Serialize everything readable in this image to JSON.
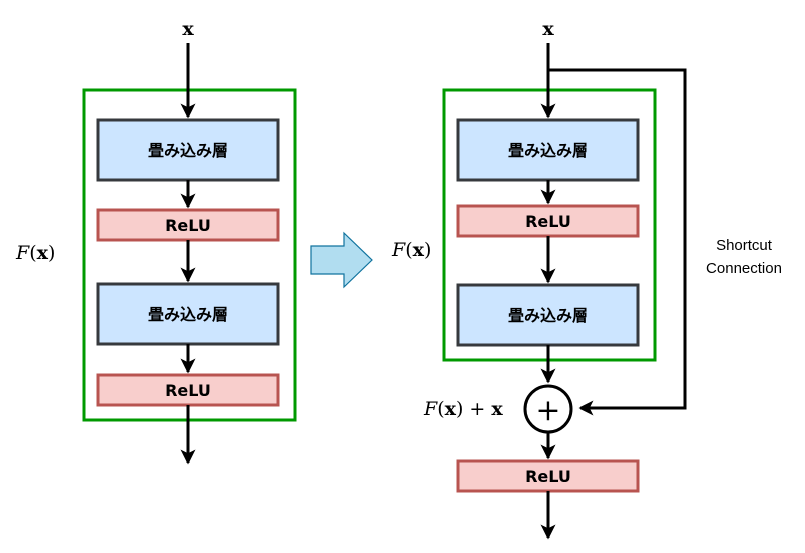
{
  "left": {
    "input_label": "x",
    "block_label_f": "F",
    "block_label_x": "x",
    "conv1": "畳み込み層",
    "relu1": "ReLU",
    "conv2": "畳み込み層",
    "relu2": "ReLU"
  },
  "right": {
    "input_label": "x",
    "block_label_f": "F",
    "block_label_x": "x",
    "conv1": "畳み込み層",
    "relu1": "ReLU",
    "conv2": "畳み込み層",
    "sum_label_f": "F",
    "sum_label_x": "x",
    "sum_label_plus": "+",
    "sum_label_x2": "x",
    "plus_symbol": "+",
    "relu_out": "ReLU",
    "shortcut_line1": "Shortcut",
    "shortcut_line2": "Connection"
  },
  "colors": {
    "conv_fill": "#cce5ff",
    "conv_stroke": "#36393d",
    "relu_fill": "#f8cecc",
    "relu_stroke": "#b85450",
    "block_stroke": "#009900",
    "transform_arrow_fill": "#b1ddf0",
    "transform_arrow_stroke": "#10739e"
  }
}
